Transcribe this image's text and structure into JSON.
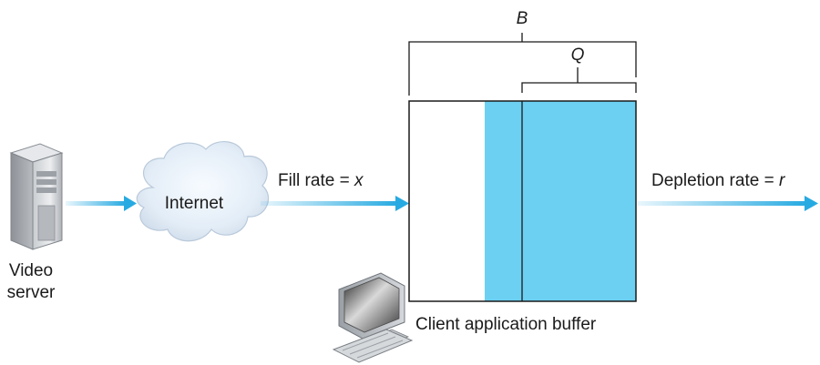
{
  "nodes": {
    "server": {
      "line1": "Video",
      "line2": "server"
    },
    "internet": {
      "label": "Internet"
    },
    "buffer": {
      "caption": "Client application buffer"
    }
  },
  "edges": {
    "fill": {
      "label": "Fill rate = ",
      "var": "x"
    },
    "depletion": {
      "label": "Depletion rate = ",
      "var": "r"
    }
  },
  "dimensions": {
    "total": "B",
    "filled": "Q"
  },
  "colors": {
    "buffer_fill": "#6cd0f3",
    "arrow": "#27aae1",
    "outline": "#1a1a1a"
  }
}
